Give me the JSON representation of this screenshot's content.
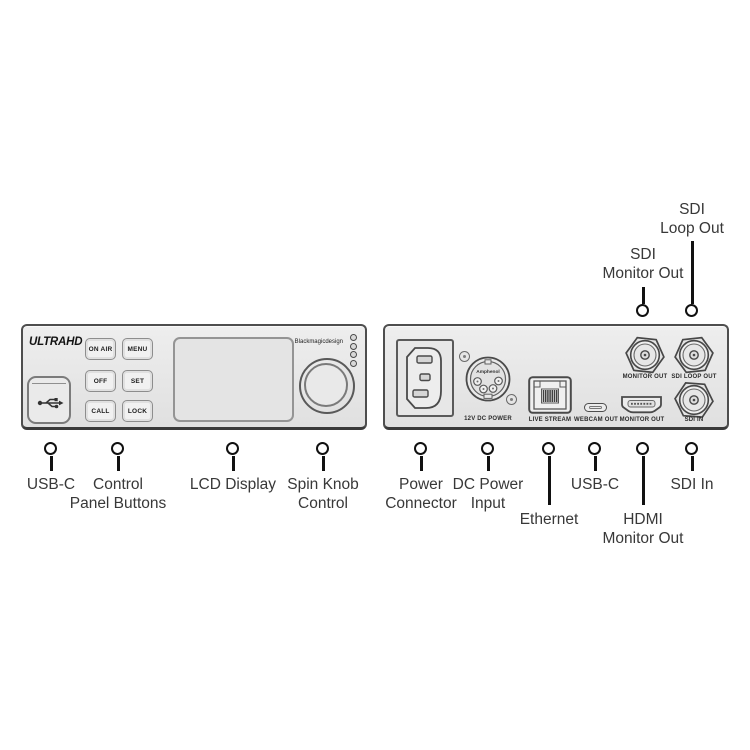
{
  "colors": {
    "background": "#ffffff",
    "panel_fill": "#e9e9e9",
    "panel_border": "#4a4a4a",
    "callout_line": "#111111",
    "callout_text": "#383838",
    "port_text": "#2b2b2b"
  },
  "front_panel": {
    "logo": "ULTRAHD",
    "brand": "Blackmagicdesign",
    "buttons": [
      "ON AIR",
      "MENU",
      "OFF",
      "SET",
      "CALL",
      "LOCK"
    ]
  },
  "rear_panel": {
    "xlr_brand": "Amphenol",
    "dc_power_label": "12V DC POWER",
    "ethernet_label": "LIVE STREAM",
    "usb_label": "WEBCAM OUT",
    "hdmi_label": "MONITOR OUT",
    "bnc_monitor_label": "MONITOR OUT",
    "bnc_loop_label": "SDI LOOP OUT",
    "bnc_sdi_in_label": "SDI IN"
  },
  "callouts": {
    "top": [
      {
        "id": "sdi-monitor-out",
        "lines": [
          "SDI",
          "Monitor Out"
        ]
      },
      {
        "id": "sdi-loop-out",
        "lines": [
          "SDI",
          "Loop Out"
        ]
      }
    ],
    "bottom": [
      {
        "id": "usb-c-front",
        "lines": [
          "USB-C"
        ]
      },
      {
        "id": "control-panel-buttons",
        "lines": [
          "Control",
          "Panel Buttons"
        ]
      },
      {
        "id": "lcd-display",
        "lines": [
          "LCD Display"
        ]
      },
      {
        "id": "spin-knob-control",
        "lines": [
          "Spin Knob",
          "Control"
        ]
      },
      {
        "id": "power-connector",
        "lines": [
          "Power",
          "Connector"
        ]
      },
      {
        "id": "dc-power-input",
        "lines": [
          "DC Power",
          "Input"
        ]
      },
      {
        "id": "ethernet",
        "lines": [
          "Ethernet"
        ]
      },
      {
        "id": "usb-c-rear",
        "lines": [
          "USB-C"
        ]
      },
      {
        "id": "hdmi-monitor-out",
        "lines": [
          "HDMI",
          "Monitor Out"
        ]
      },
      {
        "id": "sdi-in",
        "lines": [
          "SDI In"
        ]
      }
    ]
  }
}
